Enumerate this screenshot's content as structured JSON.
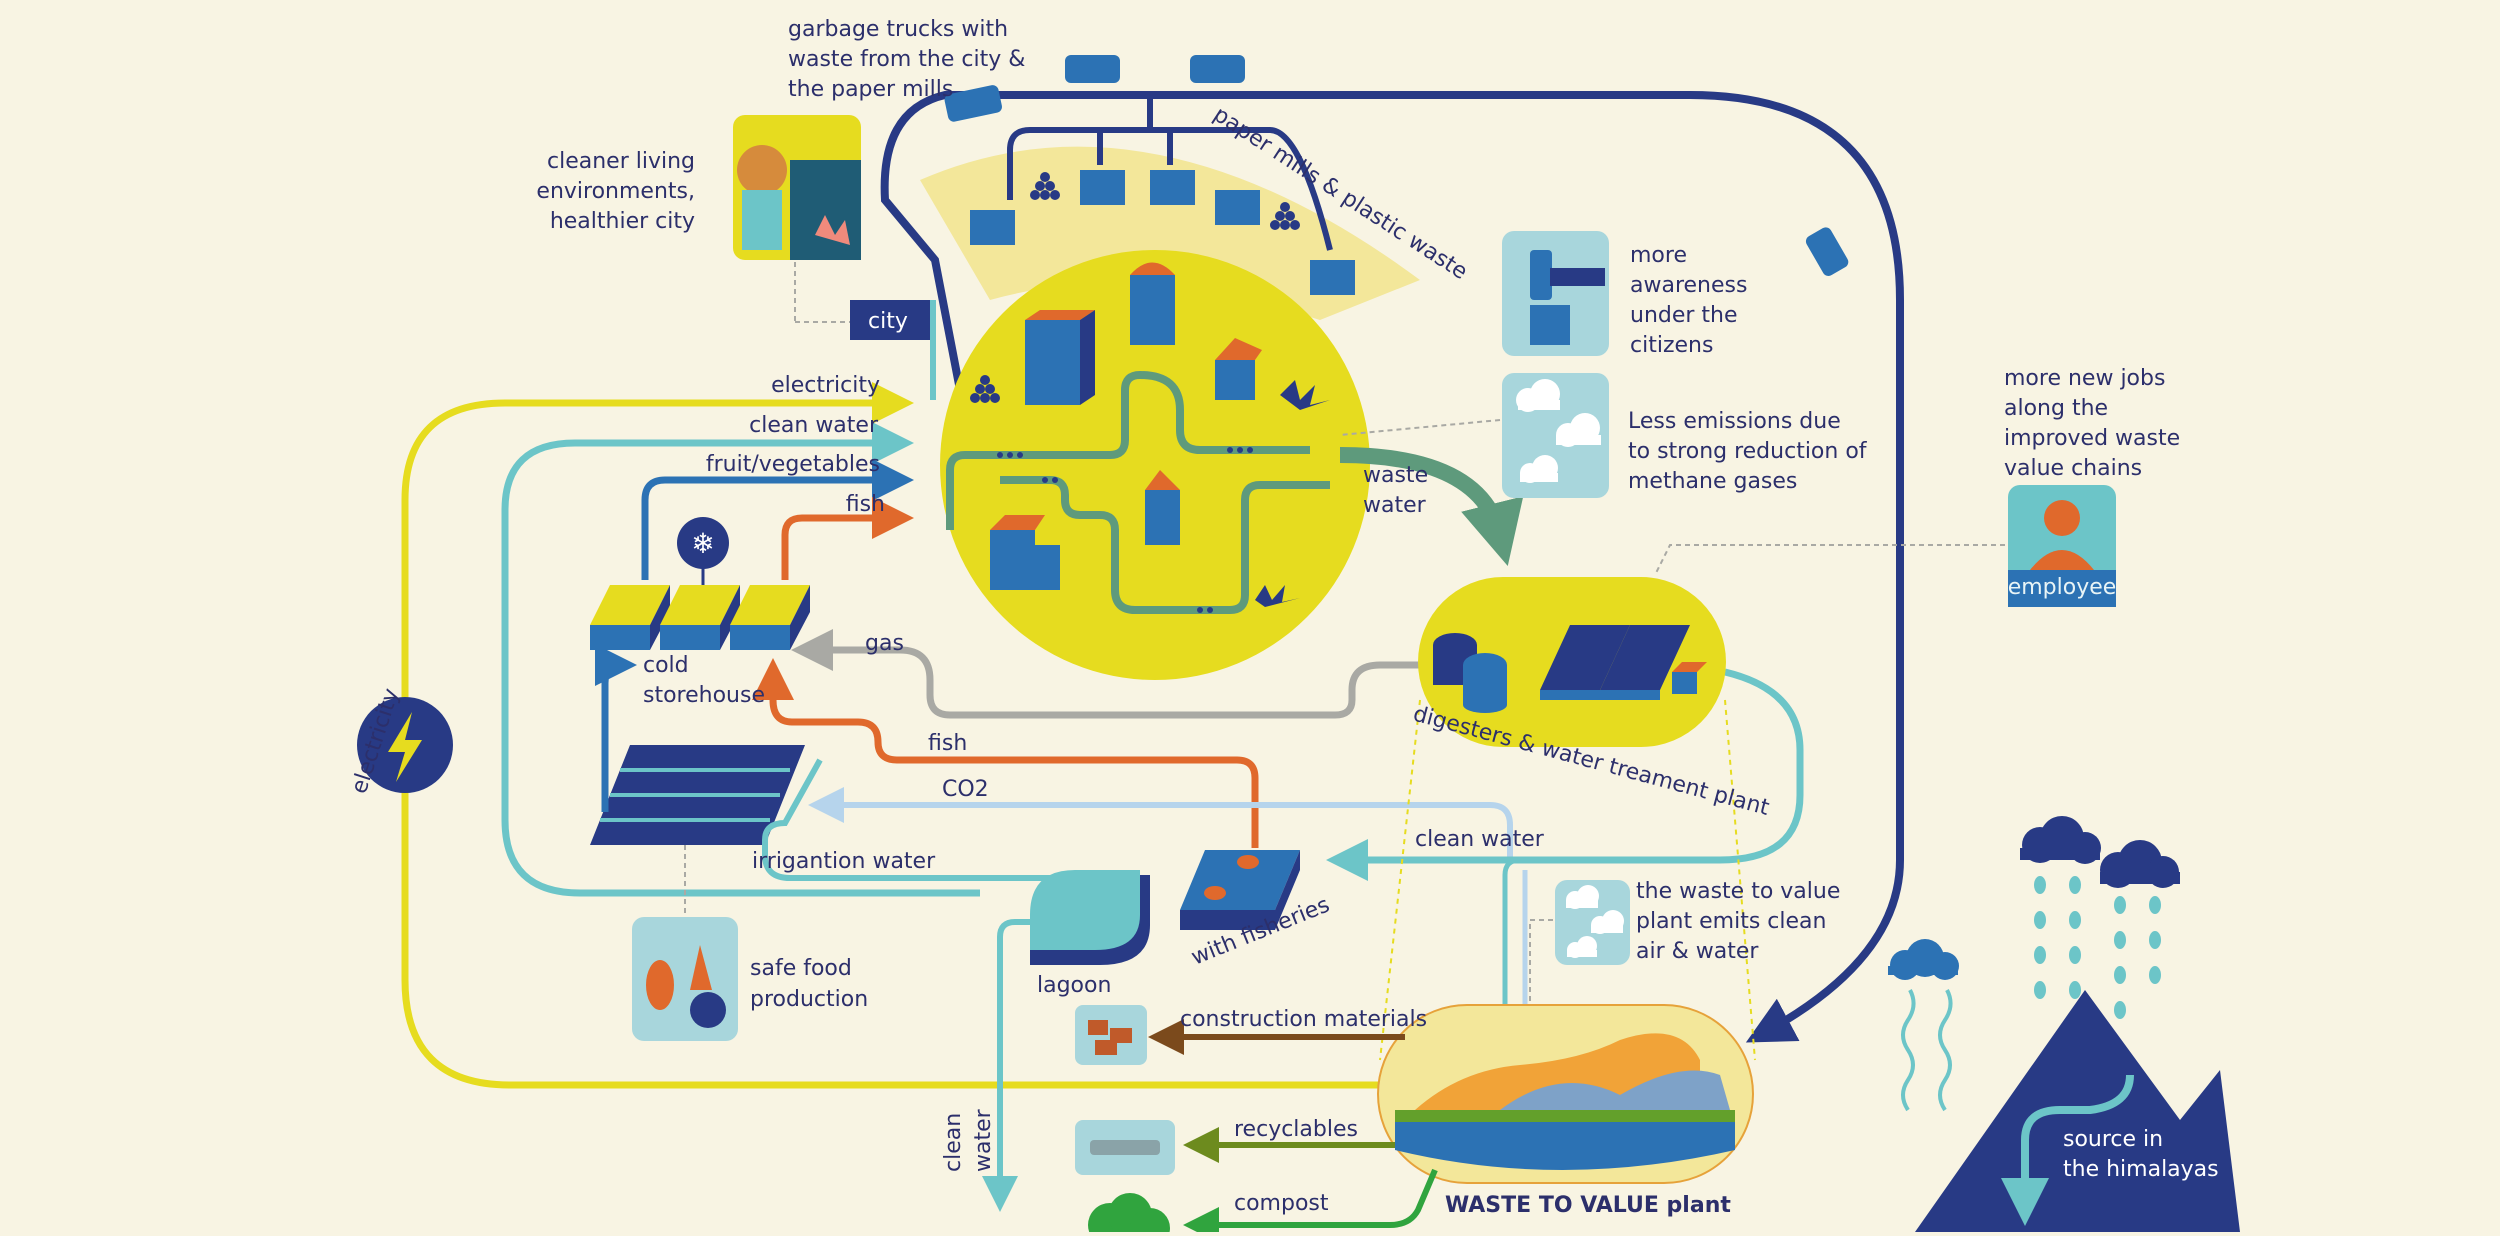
{
  "labels": {
    "garbage_trucks": [
      "garbage trucks with",
      "waste from the city &",
      "the paper mills"
    ],
    "cleaner_living": [
      "cleaner living",
      "environments,",
      "healthier city"
    ],
    "city": "city",
    "paper_mills": "paper mills & plastic waste",
    "more_awareness": [
      "more",
      "awareness",
      "under the",
      "citizens"
    ],
    "less_emissions": [
      "Less emissions due",
      "to strong reduction of",
      "methane gases"
    ],
    "more_jobs": [
      "more new jobs",
      "along the",
      "improved waste",
      "value chains"
    ],
    "employee": "employee",
    "electricity_top": "electricity",
    "clean_water_top": "clean water",
    "fruit_vegetables": "fruit/vegetables",
    "fish_top": "fish",
    "waste_water": [
      "waste",
      "water"
    ],
    "gas": "gas",
    "cold_storehouse": [
      "cold",
      "storehouse"
    ],
    "electricity_side": "electricity",
    "fish_mid": "fish",
    "co2": "CO2",
    "digesters": "digesters & water treament plant",
    "irrigation_water": "irrigantion water",
    "clean_water_mid": "clean water",
    "with_fisheries": "with fisheries",
    "waste_to_value_emits": [
      "the waste to value",
      "plant emits clean",
      "air & water"
    ],
    "safe_food": [
      "safe food",
      "production"
    ],
    "lagoon": "lagoon",
    "construction_materials": "construction materials",
    "clean_water_vertical": [
      "clean",
      "water"
    ],
    "recyclables": "recyclables",
    "compost": "compost",
    "waste_to_value_plant": "WASTE TO VALUE plant",
    "source_himalayas": [
      "source in",
      "the himalayas"
    ]
  },
  "colors": {
    "background": "#f8f4e3",
    "navy": "#283a85",
    "text": "#2c2f6b",
    "yellow": "#e6dc1f",
    "pale_yellow": "#f3e79a",
    "teal": "#6cc5c8",
    "light_blue": "#b6d4ec",
    "orange": "#e0692c",
    "green_arrow": "#5e9a7c",
    "gray": "#a9a9a4",
    "brown": "#7b4a1c",
    "olive": "#6d8b1e",
    "green": "#30a43e",
    "mid_blue": "#2c72b4",
    "icon_teal": "#a8d6dc"
  }
}
